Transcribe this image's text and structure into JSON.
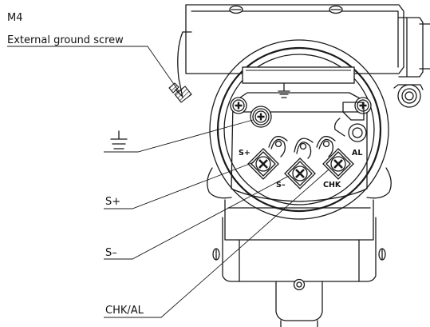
{
  "labels": {
    "m4": "M4",
    "external_ground_screw": "External ground screw",
    "s_plus": "S+",
    "s_minus": "S–",
    "chk_al": "CHK/AL"
  },
  "terminal_marks": {
    "s_plus": "S+",
    "s_minus": "S–",
    "al": "AL",
    "chk": "CHK"
  },
  "icons": {
    "ground_symbol": "ground-icon",
    "terminal_screw": "cross-screw-icon",
    "cover_screw": "phillips-screw-icon"
  }
}
